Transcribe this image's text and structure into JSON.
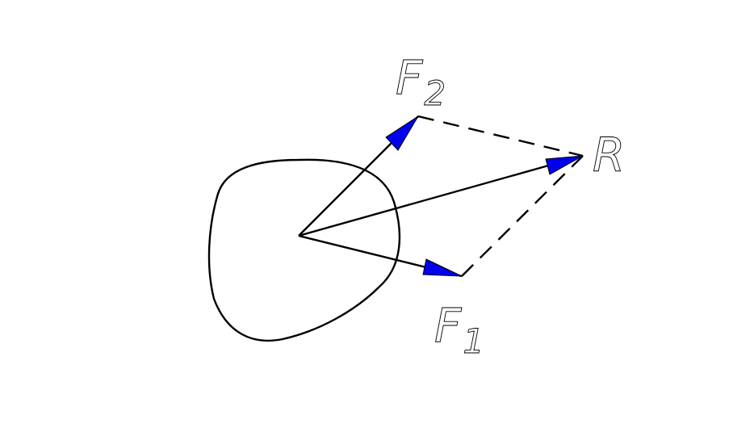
{
  "diagram": {
    "labels": {
      "f1": {
        "letter": "F",
        "subscript": "1"
      },
      "f2": {
        "letter": "F",
        "subscript": "2"
      },
      "r": {
        "letter": "R"
      }
    },
    "colors": {
      "line": "#000000",
      "arrowhead": "#0000ee",
      "background": "#ffffff"
    }
  }
}
